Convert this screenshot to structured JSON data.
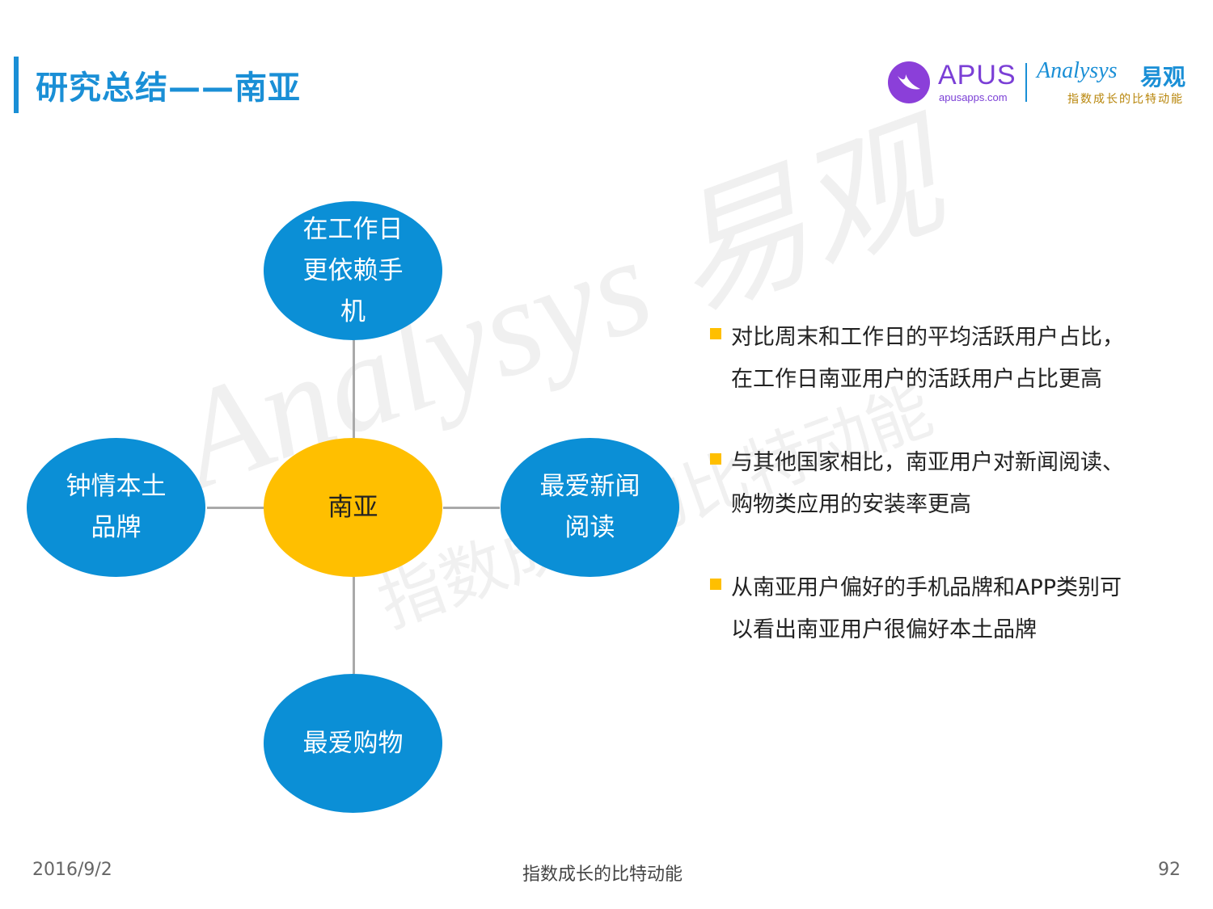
{
  "title": "研究总结——南亚",
  "logos": {
    "apus_name": "APUS",
    "apus_url": "apusapps.com",
    "analysys_name": "Analysys",
    "analysys_cn": "易观",
    "analysys_slogan": "指数成长的比特动能"
  },
  "watermark": {
    "main": "Analysys 易观",
    "sub": "指数成长的比特动能"
  },
  "diagram": {
    "center": "南亚",
    "top": "在工作日\n更依赖手\n机",
    "left": "钟情本土\n品牌",
    "right": "最爱新闻\n阅读",
    "bottom": "最爱购物"
  },
  "bullets": [
    {
      "line1": "对比周末和工作日的平均活跃用户占比，",
      "line2": "在工作日南亚用户的活跃用户占比更高"
    },
    {
      "line1": "与其他国家相比，南亚用户对新闻阅读、",
      "line2": "购物类应用的安装率更高"
    },
    {
      "line1": "从南亚用户偏好的手机品牌和APP类别可",
      "line2": "以看出南亚用户很偏好本土品牌"
    }
  ],
  "footer": {
    "date": "2016/9/2",
    "slogan": "指数成长的比特动能",
    "page": "92"
  },
  "colors": {
    "primary_blue": "#0b8fd6",
    "accent_yellow": "#ffbf00",
    "connector_gray": "#a9a9a9"
  }
}
